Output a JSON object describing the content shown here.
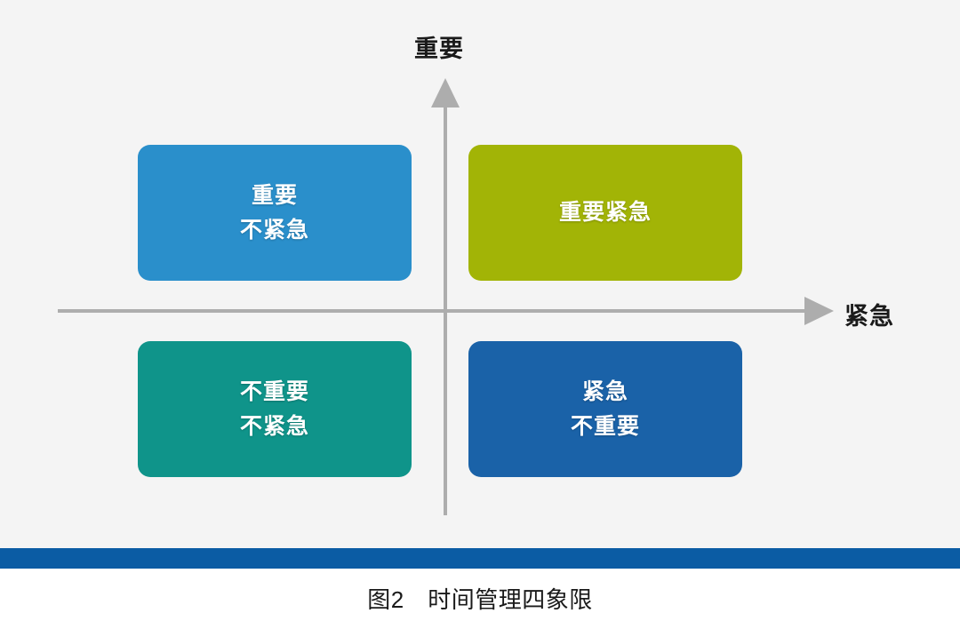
{
  "figure": {
    "caption": "图2　时间管理四象限",
    "caption_label": "图2",
    "caption_title": "时间管理四象限"
  },
  "axes": {
    "vertical": {
      "label": "重要",
      "arrow": "up-arrow-icon",
      "color": "#adadad"
    },
    "horizontal": {
      "label": "紧急",
      "arrow": "right-arrow-icon",
      "color": "#adadad"
    }
  },
  "quadrants": [
    {
      "id": "important-not-urgent",
      "position": "top-left",
      "lines": [
        "重要",
        "不紧急"
      ],
      "color": "#2a8fcb"
    },
    {
      "id": "important-urgent",
      "position": "top-right",
      "lines": [
        "重要紧急"
      ],
      "color": "#a2b406"
    },
    {
      "id": "not-important-not-urgent",
      "position": "bottom-left",
      "lines": [
        "不重要",
        "不紧急"
      ],
      "color": "#0f948a"
    },
    {
      "id": "urgent-not-important",
      "position": "bottom-right",
      "lines": [
        "紧急",
        "不重要"
      ],
      "color": "#1a62a8"
    }
  ],
  "decoration": {
    "rule_color": "#0b5ca4",
    "canvas_color": "#f4f4f4",
    "page_color": "#ffffff"
  }
}
